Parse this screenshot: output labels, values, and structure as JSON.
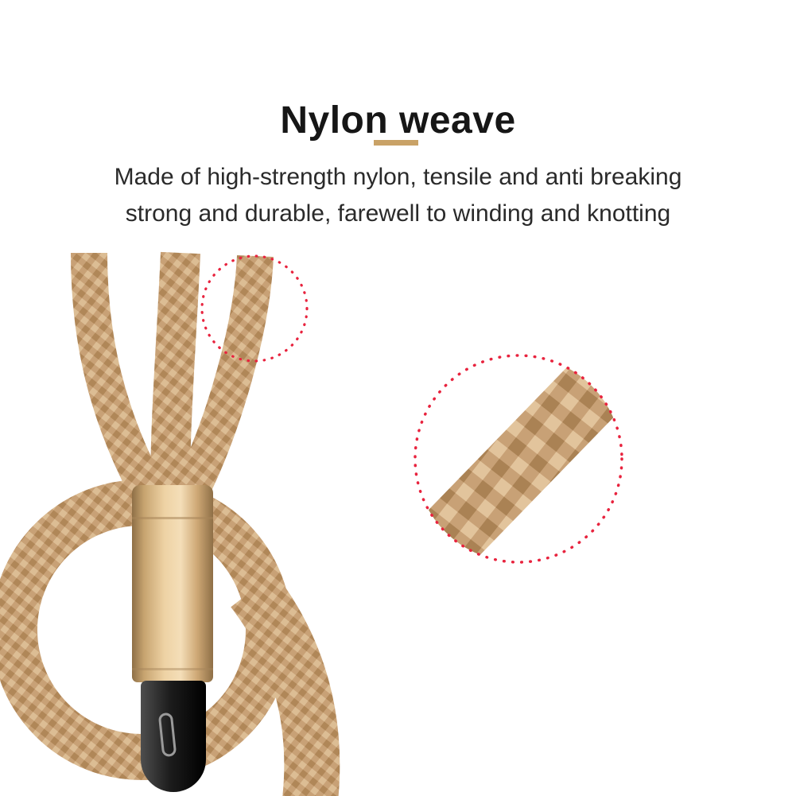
{
  "page": {
    "title": "Nylon weave",
    "description_line1": "Made of high-strength nylon, tensile and anti breaking",
    "description_line2": "strong and durable, farewell to winding and knotting"
  },
  "colors": {
    "accent_gold": "#c9a267",
    "weave_light": "#dcbd94",
    "weave_mid": "#c8a176",
    "weave_dark": "#b08758",
    "metal_gold_highlight": "#f4deb8",
    "metal_gold_shadow": "#8e6f46",
    "connector_black": "#1c1c1c",
    "highlight_red": "#e8233e",
    "title_text": "#161616",
    "body_text": "#2a2a2a",
    "background": "#ffffff"
  }
}
